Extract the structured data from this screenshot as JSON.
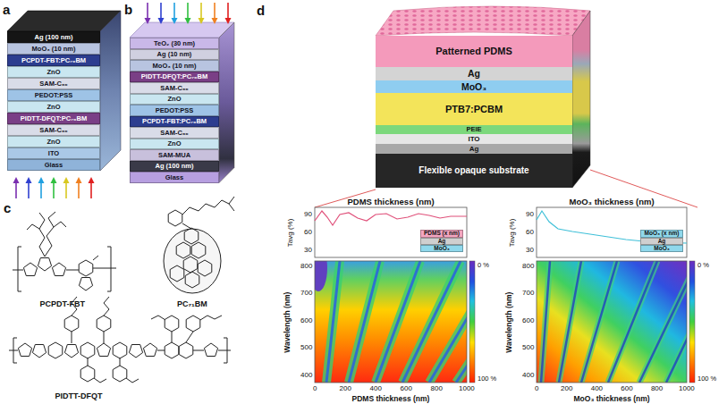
{
  "diagram": {
    "nodes": [
      {
        "text": [
          "Ag (100 nm)"
        ]
      },
      {
        "text": [
          "MoO₃ (10 nm)"
        ]
      },
      {
        "text": [
          "PCPDT-FBT:PC₇₀BM"
        ]
      },
      {
        "text": [
          "ZnO"
        ]
      },
      {
        "text": [
          "SAM-C₆₀"
        ]
      },
      {
        "text": [
          "PEDOT:PSS"
        ]
      },
      {
        "text": [
          "ZnO"
        ]
      },
      {
        "text": [
          "PIDTT-DFQT:PC₇₀BM"
        ]
      },
      {
        "text": [
          "SAM-C₆₀"
        ]
      },
      {
        "text": [
          "ZnO"
        ]
      },
      {
        "text": [
          "ITO"
        ]
      },
      {
        "text": [
          "Glass"
        ]
      },
      {
        "text": [
          "TeO₂ (30 nm)"
        ]
      },
      {
        "text": [
          "Ag (10 nm)"
        ]
      },
      {
        "text": [
          "MoO₃ (10 nm)"
        ]
      },
      {
        "text": [
          "PIDTT-DFQT:PC₇₀BM"
        ]
      },
      {
        "text": [
          "SAM-C₆₀"
        ]
      },
      {
        "text": [
          "ZnO"
        ]
      },
      {
        "text": [
          "PEDOT:PSS"
        ]
      },
      {
        "text": [
          "PCPDT-FBT:PC₇₀BM"
        ]
      },
      {
        "text": [
          "SAM-C₆₀"
        ]
      },
      {
        "text": [
          "ZnO"
        ]
      },
      {
        "text": [
          "SAM-MUA"
        ]
      },
      {
        "text": [
          "Ag (100 nm)"
        ]
      },
      {
        "text": [
          "Glass"
        ]
      },
      {
        "text": [
          "Patterned PDMS"
        ]
      },
      {
        "text": [
          "Ag"
        ]
      },
      {
        "text": [
          "MoO₃"
        ]
      },
      {
        "text": [
          "PTB7:PCBM"
        ]
      },
      {
        "text": [
          "PEIE"
        ]
      },
      {
        "text": [
          "ITO"
        ]
      },
      {
        "text": [
          "Ag"
        ]
      },
      {
        "text": [
          "Flexible opaque substrate"
        ]
      },
      {
        "text": [
          "PDMS (x nm)"
        ]
      },
      {
        "text": [
          "Ag"
        ]
      },
      {
        "text": [
          "MoO₃"
        ]
      },
      {
        "text": [
          "MoO₃ (x nm)"
        ]
      },
      {
        "text": [
          "Ag"
        ]
      },
      {
        "text": [
          "MoO₃"
        ]
      }
    ],
    "labels": [
      "a",
      "b",
      "c",
      "d",
      "PCPDT-FBT",
      "PC₇₁BM",
      "PIDTT-DFQT",
      "PDMS thickness (nm)",
      "Tavg (%)",
      "90",
      "60",
      "30",
      "Wavelength (nm)",
      "800",
      "700",
      "600",
      "500",
      "400",
      "0",
      "200",
      "400",
      "600",
      "800",
      "1000",
      "PDMS thickness (nm)",
      "0 %",
      "100 %",
      "MoO₃ thickness (nm)",
      "Tavg (%)",
      "90",
      "60",
      "30",
      "Wavelength (nm)",
      "800",
      "700",
      "600",
      "500",
      "400",
      "0",
      "200",
      "400",
      "600",
      "800",
      "1000",
      "MoO₃ thickness (nm)",
      "0 %",
      "100 %"
    ]
  }
}
